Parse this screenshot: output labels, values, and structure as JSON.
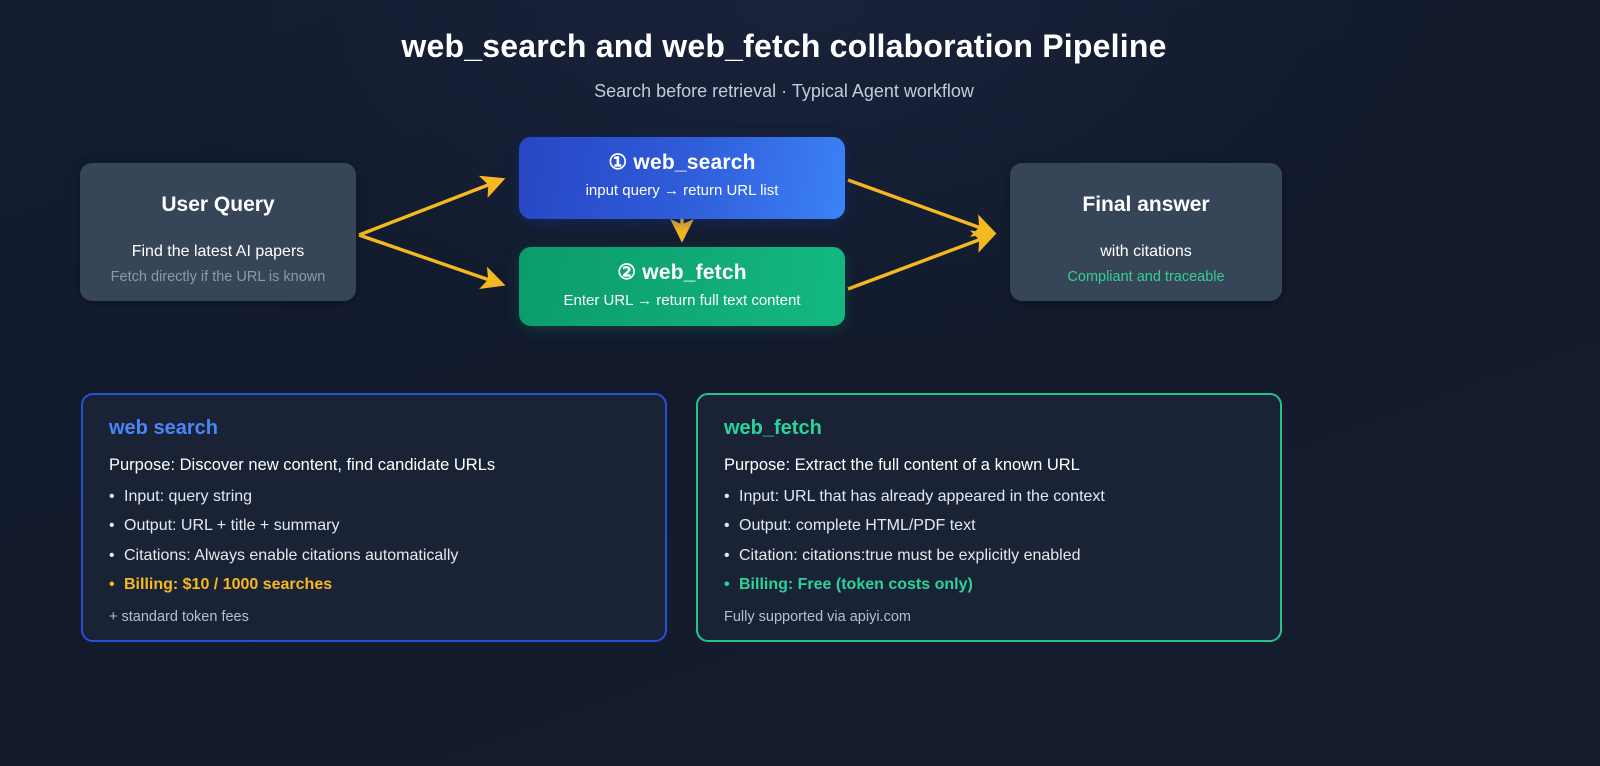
{
  "header": {
    "title": "web_search and web_fetch collaboration Pipeline",
    "subtitle": "Search before retrieval · Typical Agent workflow"
  },
  "flow": {
    "user_query": {
      "title": "User Query",
      "subtitle": "Find the latest AI papers",
      "note": "Fetch directly if the URL is known"
    },
    "web_search": {
      "title": "① web_search",
      "subtitle": "input query → return URL list"
    },
    "web_fetch": {
      "title": "② web_fetch",
      "subtitle": "Enter URL → return full text content"
    },
    "final_answer": {
      "title": "Final answer",
      "subtitle": "with citations",
      "note": "Compliant and traceable"
    }
  },
  "cards": {
    "search": {
      "heading": "web search",
      "purpose": "Purpose: Discover new content, find candidate URLs",
      "bullets": [
        "Input: query string",
        "Output: URL + title + summary",
        "Citations: Always enable citations automatically"
      ],
      "billing": "Billing: $10 / 1000 searches",
      "footnote": "+ standard token fees"
    },
    "fetch": {
      "heading": "web_fetch",
      "purpose": "Purpose: Extract the full content of a known URL",
      "bullets": [
        "Input: URL that has already appeared in the context",
        "Output: complete HTML/PDF text",
        "Citation: citations:true must be explicitly enabled"
      ],
      "billing": "Billing: Free (token costs only)",
      "footnote": "Fully supported via apiyi.com"
    }
  },
  "colors": {
    "background": "#131b2e",
    "arrow": "#f5b820",
    "blue_accent": "#2b4fd8",
    "green_accent": "#22c48a",
    "amber": "#f5b820",
    "slate_node": "#374558"
  }
}
